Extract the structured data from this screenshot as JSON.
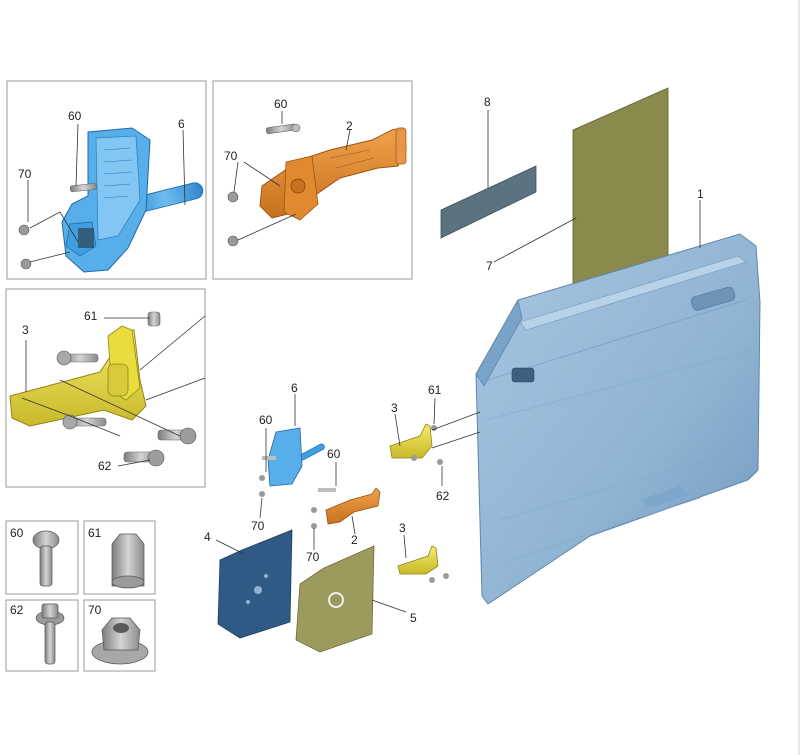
{
  "labels": {
    "door": "1",
    "hinge_check_link": "2",
    "hinge": "3",
    "foil_4": "4",
    "foil_5": "5",
    "check_arm": "6",
    "foil_7": "7",
    "foil_8": "8",
    "screw_60": "60",
    "nut_61": "61",
    "bolt_62": "62",
    "nut_70": "70"
  },
  "detail_boxes": {
    "box1": {
      "p6": "6",
      "p60": "60",
      "p70": "70"
    },
    "box2": {
      "p60": "60",
      "p2": "2",
      "p70": "70"
    },
    "box3": {
      "p3": "3",
      "p61": "61",
      "p62": "62"
    }
  },
  "main_view": {
    "p6": "6",
    "p60a": "60",
    "p60b": "60",
    "p70a": "70",
    "p70b": "70",
    "p2": "2",
    "p3a": "3",
    "p61": "61",
    "p62": "62",
    "p3b": "3",
    "p4": "4",
    "p5": "5",
    "p7": "7",
    "p8": "8",
    "p1": "1"
  },
  "fastener_legend": [
    {
      "number": "60",
      "icon": "torx-screw-icon"
    },
    {
      "number": "61",
      "icon": "torx-nut-icon"
    },
    {
      "number": "62",
      "icon": "flange-bolt-icon"
    },
    {
      "number": "70",
      "icon": "flange-nut-icon"
    }
  ],
  "colors": {
    "door_panel": "#8fb3d2",
    "door_edge": "#5d86ab",
    "check_arm_blue": "#3f9ee0",
    "check_link_orange": "#e0892e",
    "hinge_yellow": "#e8dc3e",
    "foil_dark_blue": "#2f5a86",
    "foil_olive": "#9c9a5c",
    "foil_slate": "#5b7280",
    "fastener_grey": "#b9b9b9"
  }
}
